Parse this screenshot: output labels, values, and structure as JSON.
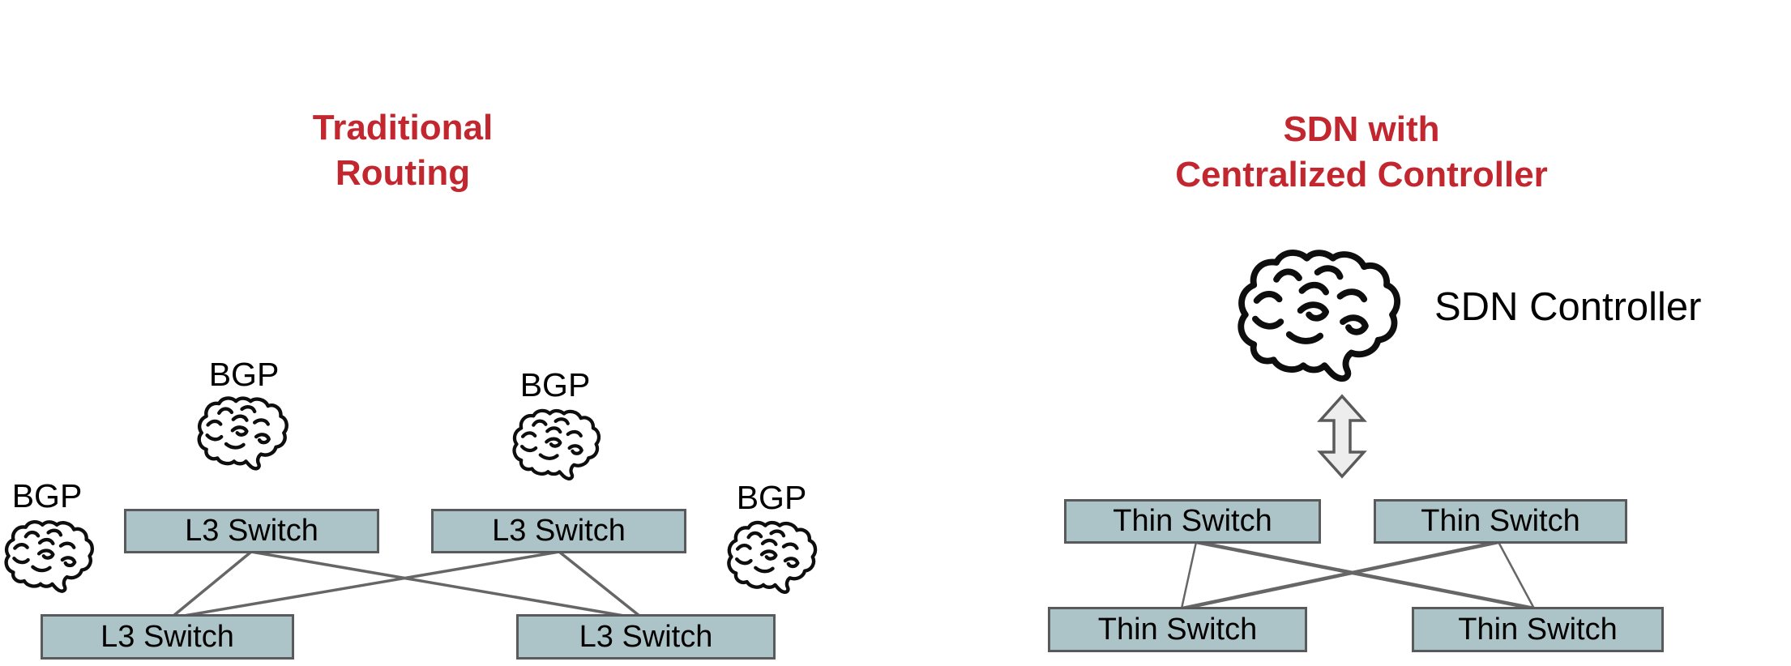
{
  "left_diagram": {
    "title": {
      "line1": "Traditional",
      "line2": "Routing"
    },
    "bgp_nodes": [
      {
        "label": "BGP"
      },
      {
        "label": "BGP"
      },
      {
        "label": "BGP"
      },
      {
        "label": "BGP"
      }
    ],
    "switches": [
      {
        "label": "L3 Switch"
      },
      {
        "label": "L3 Switch"
      },
      {
        "label": "L3 Switch"
      },
      {
        "label": "L3 Switch"
      }
    ]
  },
  "right_diagram": {
    "title": {
      "line1": "SDN with",
      "line2": "Centralized Controller"
    },
    "controller": {
      "label": "SDN Controller"
    },
    "switches": [
      {
        "label": "Thin Switch"
      },
      {
        "label": "Thin Switch"
      },
      {
        "label": "Thin Switch"
      },
      {
        "label": "Thin Switch"
      }
    ]
  },
  "colors": {
    "title_red": "#C2262E",
    "box_fill": "#ACC4C8",
    "box_border": "#595A5C",
    "line_gray": "#666666",
    "arrow_fill": "#EDEDED",
    "arrow_border": "#5A5A5A",
    "icon_black": "#0E0E0E"
  }
}
